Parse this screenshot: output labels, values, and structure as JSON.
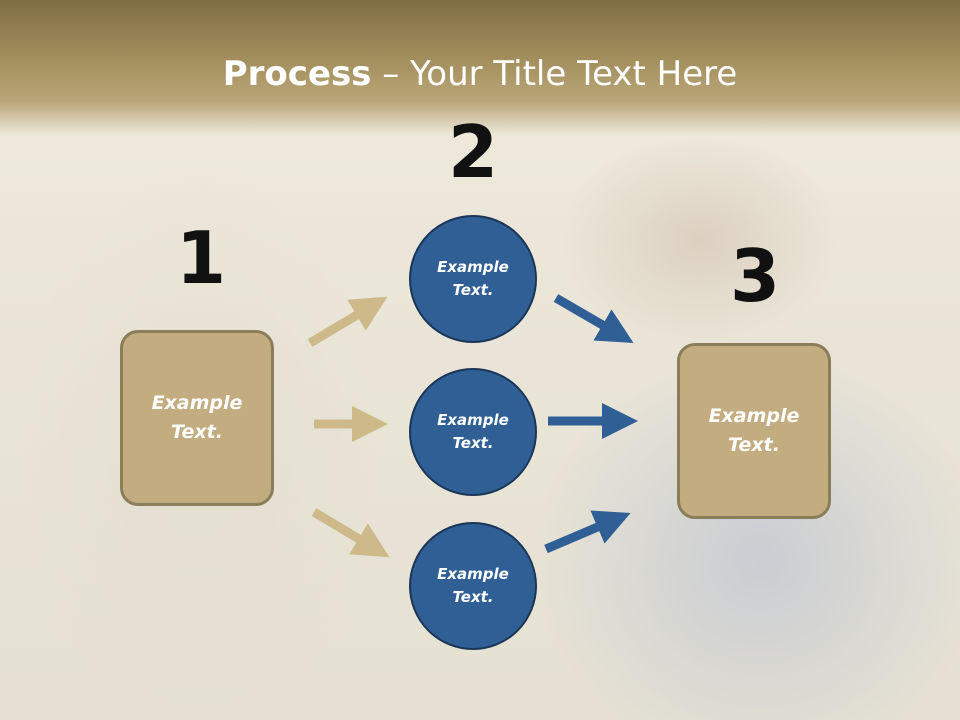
{
  "title": {
    "bold": "Process",
    "rest": " – Your Title Text Here"
  },
  "steps": {
    "one": {
      "number": "1",
      "text_line1": "Example",
      "text_line2": "Text."
    },
    "two": {
      "number": "2"
    },
    "three": {
      "number": "3",
      "text_line1": "Example",
      "text_line2": "Text."
    }
  },
  "circles": [
    {
      "line1": "Example",
      "line2": "Text."
    },
    {
      "line1": "Example",
      "line2": "Text."
    },
    {
      "line1": "Example",
      "line2": "Text."
    }
  ],
  "colors": {
    "tan": "#c3ad80",
    "blue": "#2f5f94",
    "arrow_tan": "#cdb98a",
    "arrow_blue": "#2f5f94"
  }
}
